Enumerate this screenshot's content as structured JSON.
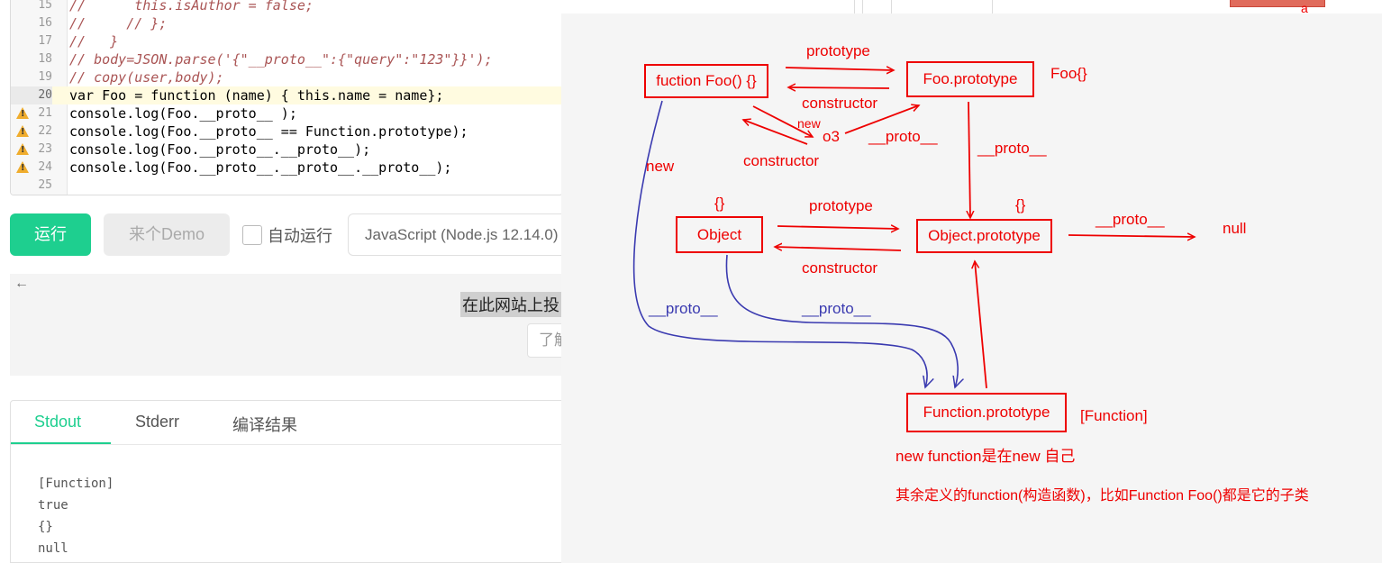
{
  "editor": {
    "lines": [
      {
        "num": "15",
        "text": "//      this.isAuthor = false;"
      },
      {
        "num": "16",
        "text": "//     // };"
      },
      {
        "num": "17",
        "text": "//   }"
      },
      {
        "num": "18",
        "text": "// body=JSON.parse('{\"__proto__\":{\"query\":\"123\"}}');"
      },
      {
        "num": "19",
        "text": "// copy(user,body);"
      },
      {
        "num": "20",
        "text": "var Foo = function (name) { this.name = name};"
      },
      {
        "num": "21",
        "text": "console.log(Foo.__proto__ );"
      },
      {
        "num": "22",
        "text": "console.log(Foo.__proto__ == Function.prototype);"
      },
      {
        "num": "23",
        "text": "console.log(Foo.__proto__.__proto__);"
      },
      {
        "num": "24",
        "text": "console.log(Foo.__proto__.__proto__.__proto__);"
      },
      {
        "num": "25",
        "text": ""
      }
    ]
  },
  "toolbar": {
    "run_label": "运行",
    "demo_label": "来个Demo",
    "auto_run_label": "自动运行",
    "language": "JavaScript (Node.js 12.14.0)"
  },
  "banner": {
    "text": "在此网站上投",
    "button": "了解"
  },
  "output": {
    "tabs": [
      "Stdout",
      "Stderr",
      "编译结果"
    ],
    "lines": [
      "[Function]",
      "true",
      "{}",
      "null"
    ]
  },
  "top_strip": {
    "letter": "a"
  },
  "diagram": {
    "boxes": {
      "foo": "fuction Foo() {}",
      "foo_prototype": "Foo.prototype",
      "object": "Object",
      "object_prototype": "Object.prototype",
      "function_prototype": "Function.prototype"
    },
    "labels": {
      "prototype_top": "prototype",
      "constructor_top": "constructor",
      "foo_braces": "Foo{}",
      "new_small": "new",
      "o3": "o3",
      "proto_o3": "__proto__",
      "constructor_o3": "constructor",
      "new_left": "new",
      "proto_fooproto": "__proto__",
      "braces_object": "{}",
      "braces_objproto": "{}",
      "prototype_mid": "prototype",
      "constructor_mid": "constructor",
      "proto_right": "__proto__",
      "null": "null",
      "proto_blue_left": "__proto__",
      "proto_blue_mid": "__proto__",
      "function_bracket": "[Function]",
      "note1": "new function是在new 自己",
      "note2": "其余定义的function(构造函数)，比如Function Foo()都是它的子类"
    }
  }
}
